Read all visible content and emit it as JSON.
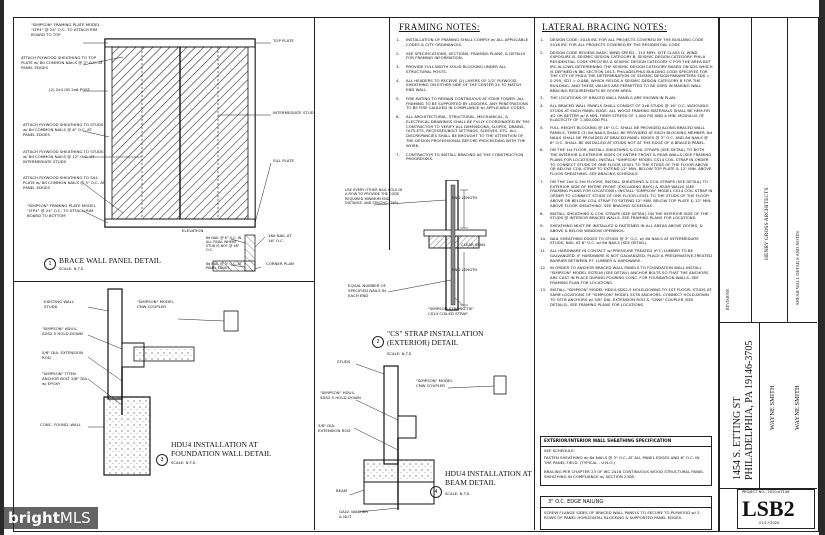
{
  "brace_panel": {
    "title": "BRACE WALL PANEL DETAIL",
    "scale": "SCALE: N.T.S.",
    "num": "1",
    "elevation": "ELEVATION",
    "labels": [
      "\"SIMPSON\" FRAMING PLATE MODEL \"LTP4\" @ 24\" O.C. TO ATTACH RIM BOARD TO TOP",
      "ATTACH PLYWOOD SHEATHING TO TOP PLATE w/ 8d COMMON NAILS @ 3\" O.C. AT PANEL EDGES",
      "(2) 2x4 OR 2x6 POST",
      "ATTACH PLYWOOD SHEATHING TO STUDS w/ 8d COMMON NAILS @ 6\" O.C. AT PANEL EDGES",
      "ATTACH PLYWOOD SHEATHING TO STUDS w/ 8d COMMON NAILS @ 12\" O.C. AT INTERMEDIATE STUDS",
      "ATTACH PLYWOOD SHEATHING TO SILL PLATE w/ 8d COMMON NAILS @ 3\" O.C. AT PANEL EDGES",
      "\"SIMPSON\" FRAMING PLATE MODEL \"LTP4\" @ 24\" O.C. TO ATTACH RIM BOARD TO BOTTOM"
    ],
    "right_labels": [
      "TOP PLATE",
      "INTERMEDIATE STUD",
      "SILL PLATE"
    ],
    "plan_notes": [
      "8d NAIL @ 6\" O.C. IN ALL FINAL WHERE STUD IS NOT @ 48\" O.C.",
      "16d NAIL AT 16\" O.C.",
      "8d NAIL @ 3\" O.C. AT PANEL EDGES"
    ],
    "corner_plan": "CORNER PLAN"
  },
  "cs_strap": {
    "title": "\"CS\" STRAP INSTALLATION (EXTERIOR) DETAIL",
    "scale": "SCALE: N.T.S.",
    "num": "2",
    "labels": [
      "USE EVERY OTHER NAIL HOLE IN A ROW TO PROVIDE THE CODE REQUIRED MINIMUM END DISTANCE AND SPACING (TYP)",
      "END LENGTH",
      "CLEAR SPAN",
      "END LENGTH",
      "EQUAL NUMBER OF SPECIFIED NAILS IN EACH END",
      "\"SIMPSON STRONG-TIE\" CS14 COILED STRAP"
    ]
  },
  "hdu4_foundation": {
    "title": "HDU4 INSTALLATION AT FOUNDATION WALL DETAIL",
    "scale": "SCALE: N.T.S.",
    "num": "3",
    "labels": [
      "EXISTING WALL STUDS",
      "\"SIMPSON\" MODEL CNW COUPLER",
      "\"SIMPSON\" HDU4-SDS2.5 HOLD-DOWN",
      "5/8\" DIA. EXTENSION ROD",
      "\"SIMPSON\" TITEN ANCHOR BOLT 5/8\" DIA w/ EPOXY",
      "CONC. FOUND. WALL"
    ]
  },
  "hdu4_beam": {
    "title": "HDU4 INSTALLATION AT BEAM DETAIL",
    "scale": "SCALE: N.T.S.",
    "num": "4",
    "labels": [
      "STUDS",
      "\"SIMPSON\" HDU4-SDS2.5 HOLD-DOWN",
      "5/8\" DIA. EXTENSION ROD",
      "\"SIMPSON\" MODEL CNW COUPLER",
      "BEAM",
      "GALV. WASHER & NUT"
    ]
  },
  "framing_notes": {
    "header": "FRAMING NOTES:",
    "items": [
      {
        "n": "1.",
        "text": "INSTALLATION OF FRAMING SHALL COMPLY w/ ALL APPLICABLE CODES & CITY ORDINANCES."
      },
      {
        "n": "2.",
        "text": "SEE SPECIFICATIONS, SECTIONS, FRAMING PLANS, & DETAILS FOR FRAMING INFORMATION."
      },
      {
        "n": "3.",
        "text": "PROVIDE FULL-WIDTH SOLID BLOCKING UNDER ALL STRUCTURAL POSTS."
      },
      {
        "n": "4.",
        "text": "ALL HEADERS TO RECEIVE (2) LAYERS OF 1/2\" PLYWOOD SHEATHING ON EITHER SIDE OF THE CENTER 2x TO MATCH END WALL."
      },
      {
        "n": "5.",
        "text": "FIRE-RATING TO REMAIN CONTINUOUS AT STAIR TOWER. ALL FRAMING TO BE SUPPORTED BY LEDGERS. ANY PENETRATIONS TO BE FIRE CAULKED IN COMPLIANCE w/ APPLICABLE CODES."
      },
      {
        "n": "6.",
        "text": "ALL ARCHITECTURAL, STRUCTURAL, MECHANICAL, & ELECTRICAL DRAWINGS SHALL BE FULLY COORDINATED BY THE CONTRACTOR TO VERIFY ALL DIMENSIONS, SLOPES, DRAINS, OUTLETS, RECESSES/BOLT SETTINGS, SLEEVES, ETC. ALL DISCREPANCIES SHALL BE BROUGHT TO THE ATTENTION OF THE DESIGN PROFESSIONAL BEFORE PROCEEDING WITH THE WORK."
      },
      {
        "n": "7.",
        "text": "CONTRACTOR TO INSTALL BRACING AS THE CONSTRUCTION PROGRESSES."
      }
    ]
  },
  "lateral_notes": {
    "header": "LATERAL BRACING NOTES:",
    "items": [
      {
        "n": "1.",
        "text": "DESIGN CODE: 2018 IBC FOR ALL PROJECTS COVERED BY THE BUILDING CODE 2018 IRC FOR ALL PROJECTS COVERED BY THE RESIDENTIAL CODE"
      },
      {
        "n": "2.",
        "text": "DESIGN CODE REVIEW: BASIC WIND SPEED - 115 MPH. SITE CLASS D, WIND EXPOSURE B. SEISMIC DESIGN CATEGORY B. SEISMIC DESIGN CATEGORY: PHILA RESIDENTIAL CODE SPECIFIES A SEISMIC DESIGN CATEGORY C FOR THE AREA BUT IRC ALLOWS DETERMINING THE SEISMIC DESIGN CATEGORY BASED ON SDS WHICH IS DEFINED IN IBC SECTION 1613. PHILADELPHIA BUILDING CODE SPECIFIES FOR THE CITY OF PHILA THE DETERMINATION OF SEISMIC DESIGN PARAMETERS SDS = 0.295, SD1 = 0.086, WHICH YIELDS A SEISMIC DESIGN CATEGORY B FOR THE BUILDING, AND THESE VALUES ARE PERMITTED TO BE USED IN MAKING WALL BRACING REQUIREMENTS BY ROOM AREA."
      },
      {
        "n": "3.",
        "text": "THE LOCATIONS OF BRACED WALL PANELS ARE SHOWN IN PLAN."
      },
      {
        "n": "4.",
        "text": "ALL BRACED WALL PANELS SHALL CONSIST OF 2x6 STUDS @ 16\" O.C. W/DOUBLE STUDS AT EACH PANEL EDGE. ALL WOOD FRAMING MATERIALS SHALL BE HEM-FIR #2 OR BETTER w/ A MIN. FIBER STRESS OF 1,000 PSI AND A MIN. MODULUS OF ELASTICITY OF 1,400,000 PSI."
      },
      {
        "n": "5.",
        "text": "FULL HEIGHT BLOCKING @ 16\" O.C. SHALL BE PROVIDED ALONG BRACED WALL PANELS. THREE (3) 8d NAILS SHALL BE PROVIDED AT EACH BLOCKING MEMBER. 8d NAILS SHALL BE PROVIDED AT BRACED PANEL EDGES @ 3\" O.C. AND 8d NAILS @ 6\" O.C. SHALL BE INSTALLED AT STUDS NOT AT THE EDGE OF A BRACED PANEL."
      },
      {
        "n": "6.",
        "text": "ON THE 1st FLOOR, INSTALL SHEATHING & COIL STRAPS (SEE DETAIL) TO BOTH THE INTERIOR & EXTERIOR SIDES OF ENTIRE FRONT & REAR WALLS (SEE FRAMING PLANS FOR LOCATIONS). INSTALL \"SIMPSON\" MODEL CS14 COIL STRAP IN ORDER TO CONNECT STUDS OF ONE FLOOR LEVEL TO THE STUDS OF THE FLOOR ABOVE OR BELOW. COIL STRAP TO EXTEND 12\" MIN. BELOW TOP PLATE & 12\" MIN. ABOVE FLOOR SHEATHING. SEE BRACING SCHEDULE."
      },
      {
        "n": "7.",
        "text": "ON THE 2nd & 3rd FLOORS, INSTALL SHEATHING & COIL STRAPS (SEE DETAIL) TO EXTERIOR SIDE OF ENTIRE FRONT (EXCLUDING BAYS) & REAR WALLS (SEE FRAMING PLANS FOR LOCATIONS). INSTALL \"SIMPSON\" MODEL CS14 COIL STRAP IN ORDER TO CONNECT STUDS OF ONE FLOOR LEVEL TO THE STUDS OF THE FLOOR ABOVE OR BELOW. COIL STRAP TO EXTEND 12\" MIN. BELOW TOP PLATE & 12\" MIN. ABOVE FLOOR SHEATHING. SEE BRACING SCHEDULE."
      },
      {
        "n": "8.",
        "text": "INSTALL SHEATHING & COIL STRAPS (SEE DETAIL) ON THE INTERIOR SIDE OF THE STUDS @ INTERIOR BRACED WALLS. SEE FRAMING PLANS FOR LOCATIONS."
      },
      {
        "n": "9.",
        "text": "SHEATHING MUST BE INSTALLED & FASTENED IN ALL AREAS ABOVE DOORS, & ABOVE & BELOW WINDOW OPENINGS."
      },
      {
        "n": "10.",
        "text": "NAIL SHEATHING EDGES TO STUDS @ 3\" O.C. w/ 8d NAILS AT INTERMEDIATE STUDS, NAIL AT 6\" O.C. w/ 8d NAILS (SEE DETAIL)."
      },
      {
        "n": "11.",
        "text": "ALL HARDWARE IN CONTACT w/ PRESSURE TREATED (P.T.) LUMBER TO BE GALVANIZED. IF HARDWARE IS NOT GALVANIZED, PLACE A PRESERVATIVE-TREATED BARRIER BETWEEN P.T. LUMBER & HARDWARE."
      },
      {
        "n": "12.",
        "text": "IN ORDER TO ANCHOR BRACED WALL PANELS TO FOUNDATION WALL INSTALL \"SIMPSON\" MODEL SSTB16 (SEE DETAIL) ANCHOR BOLTS SO THAT THE ANCHORS ARE CAST IN PLACE DURING POURING CONC. FOR FOUNDATION WALLS. SEE FRAMING PLAN FOR LOCATIONS."
      },
      {
        "n": "13.",
        "text": "INSTALL \"SIMPSON\" MODEL HDU4-SDS2.5 HOLD-DOWNS TO 1ST FLOOR. STUDS AT SAME LOCATIONS OF \"SIMPSON\" MODEL SSTB ANCHORS. CONNECT HOLD-DOWN TO SSTB ANCHORS w/ 5/8\" DIA. EXTENSION ROD & \"CNW\" COUPLER (SEE DETAILS). SEE FRAMING PLANS FOR LOCATIONS."
      }
    ]
  },
  "sheathing_spec": {
    "header": "EXTERIOR/INTERIOR WALL SHEATHING SPECIFICATION",
    "rows": [
      "SEE SCHEDULE:",
      "FASTEN SHEATHING w/ 8d NAILS @ 3\" O.C. AT ALL PANEL EDGES AND 6\" O.C. IN THE PANEL FIELD. (TYPICAL - U.N.O.)",
      "BRACING PER CHAPTER 23 OF IBC 2018 CONTINUOUS WOOD STRUCTURAL PANEL SHEATHING IN COMPLIANCE w/ SECTION 2308"
    ]
  },
  "oc_edge": {
    "header": "3\" O.C. EDGE NAILING",
    "text": "SCREW FLANGE SIDES OF BRACED WALL PANELS TO SECURE TO PLYWOOD w/ 2 ROWS OF PANEL HORIZONTAL BLOCKING & SUPPORTED PANEL EDGES."
  },
  "title_block": {
    "address_line1": "1454 S. ETTING ST",
    "address_line2": "PHILADELPHIA, PA 19146-3705",
    "owner": "WAYNE SMITH",
    "sheet_desc": "SHEAR WALL DETAILS AND NOTES",
    "sheet_no": "LSB2",
    "firm": "HENRY GROSS ARCHITECTS",
    "date": "01/17/2020",
    "project_no": "PROJECT NO.: 2020-A7146",
    "revisions_label": "REVISIONS"
  },
  "watermark": {
    "text": "bright",
    "suffix": "MLS"
  }
}
